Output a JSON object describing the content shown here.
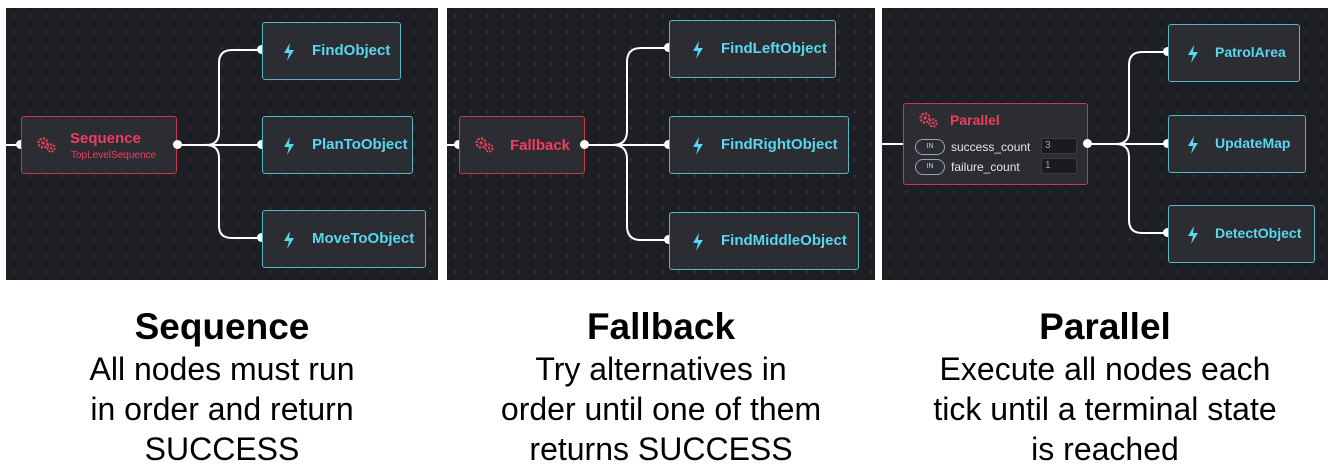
{
  "panels": {
    "sequence": {
      "control": {
        "title": "Sequence",
        "subtitle": "TopLevelSequence",
        "icon": "gears-icon"
      },
      "children": [
        {
          "label": "FindObject",
          "icon": "lightning-icon"
        },
        {
          "label": "PlanToObject",
          "icon": "lightning-icon"
        },
        {
          "label": "MoveToObject",
          "icon": "lightning-icon"
        }
      ]
    },
    "fallback": {
      "control": {
        "title": "Fallback",
        "icon": "gears-icon"
      },
      "children": [
        {
          "label": "FindLeftObject",
          "icon": "lightning-icon"
        },
        {
          "label": "FindRightObject",
          "icon": "lightning-icon"
        },
        {
          "label": "FindMiddleObject",
          "icon": "lightning-icon"
        }
      ]
    },
    "parallel": {
      "control": {
        "title": "Parallel",
        "icon": "gears-icon",
        "ports": [
          {
            "direction": "IN",
            "name": "success_count",
            "value": "3"
          },
          {
            "direction": "IN",
            "name": "failure_count",
            "value": "1"
          }
        ]
      },
      "children": [
        {
          "label": "PatrolArea",
          "icon": "lightning-icon"
        },
        {
          "label": "UpdateMap",
          "icon": "lightning-icon"
        },
        {
          "label": "DetectObject",
          "icon": "lightning-icon"
        }
      ]
    }
  },
  "captions": [
    {
      "title": "Sequence",
      "lines": [
        "All nodes must run",
        "in order and return",
        "SUCCESS"
      ]
    },
    {
      "title": "Fallback",
      "lines": [
        "Try alternatives in",
        "order until one of them",
        "returns SUCCESS"
      ]
    },
    {
      "title": "Parallel",
      "lines": [
        "Execute all nodes each",
        "tick until a terminal state",
        "is reached"
      ]
    }
  ],
  "colors": {
    "canvas": "#1e1f24",
    "node_fill": "#2b2d33",
    "action_border": "#58b6c6",
    "action_text": "#5ad6ef",
    "control_border": "#c73a4c",
    "control_text": "#f03e5e",
    "wire": "#ffffff"
  }
}
